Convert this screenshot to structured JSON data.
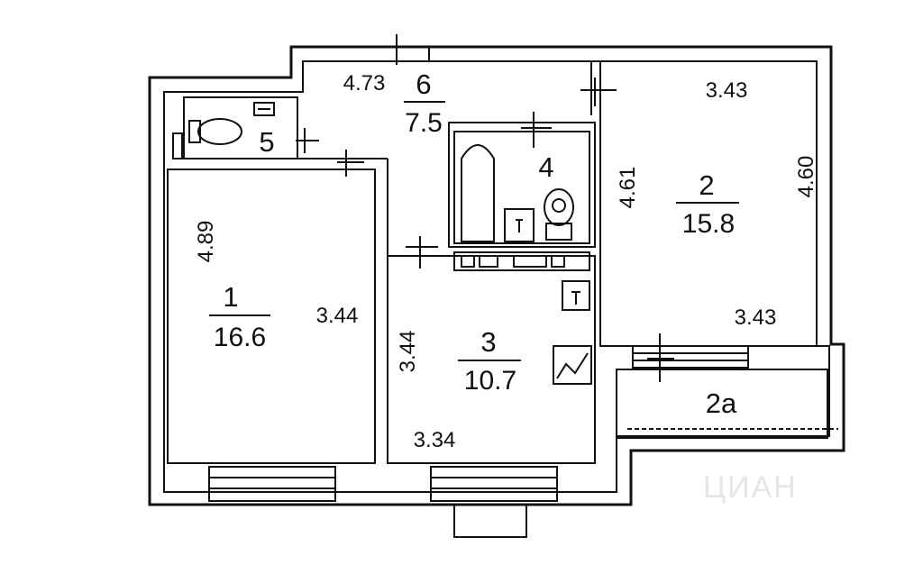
{
  "rooms": [
    {
      "id": "1",
      "number": "1",
      "area": "16.6"
    },
    {
      "id": "2",
      "number": "2",
      "area": "15.8"
    },
    {
      "id": "2a",
      "number": "2а",
      "area": ""
    },
    {
      "id": "3",
      "number": "3",
      "area": "10.7"
    },
    {
      "id": "4",
      "number": "4",
      "area": ""
    },
    {
      "id": "5",
      "number": "5",
      "area": ""
    },
    {
      "id": "6",
      "number": "6",
      "area": "7.5"
    }
  ],
  "dimensions": {
    "room1_height": "4.89",
    "room1_width": "3.44",
    "room3_height": "3.44",
    "room3_width": "3.34",
    "room6_width": "4.73",
    "room2_top": "3.43",
    "room2_bottom": "3.43",
    "room2_left": "4.61",
    "room2_right": "4.60"
  },
  "watermark": "ЦИАН"
}
